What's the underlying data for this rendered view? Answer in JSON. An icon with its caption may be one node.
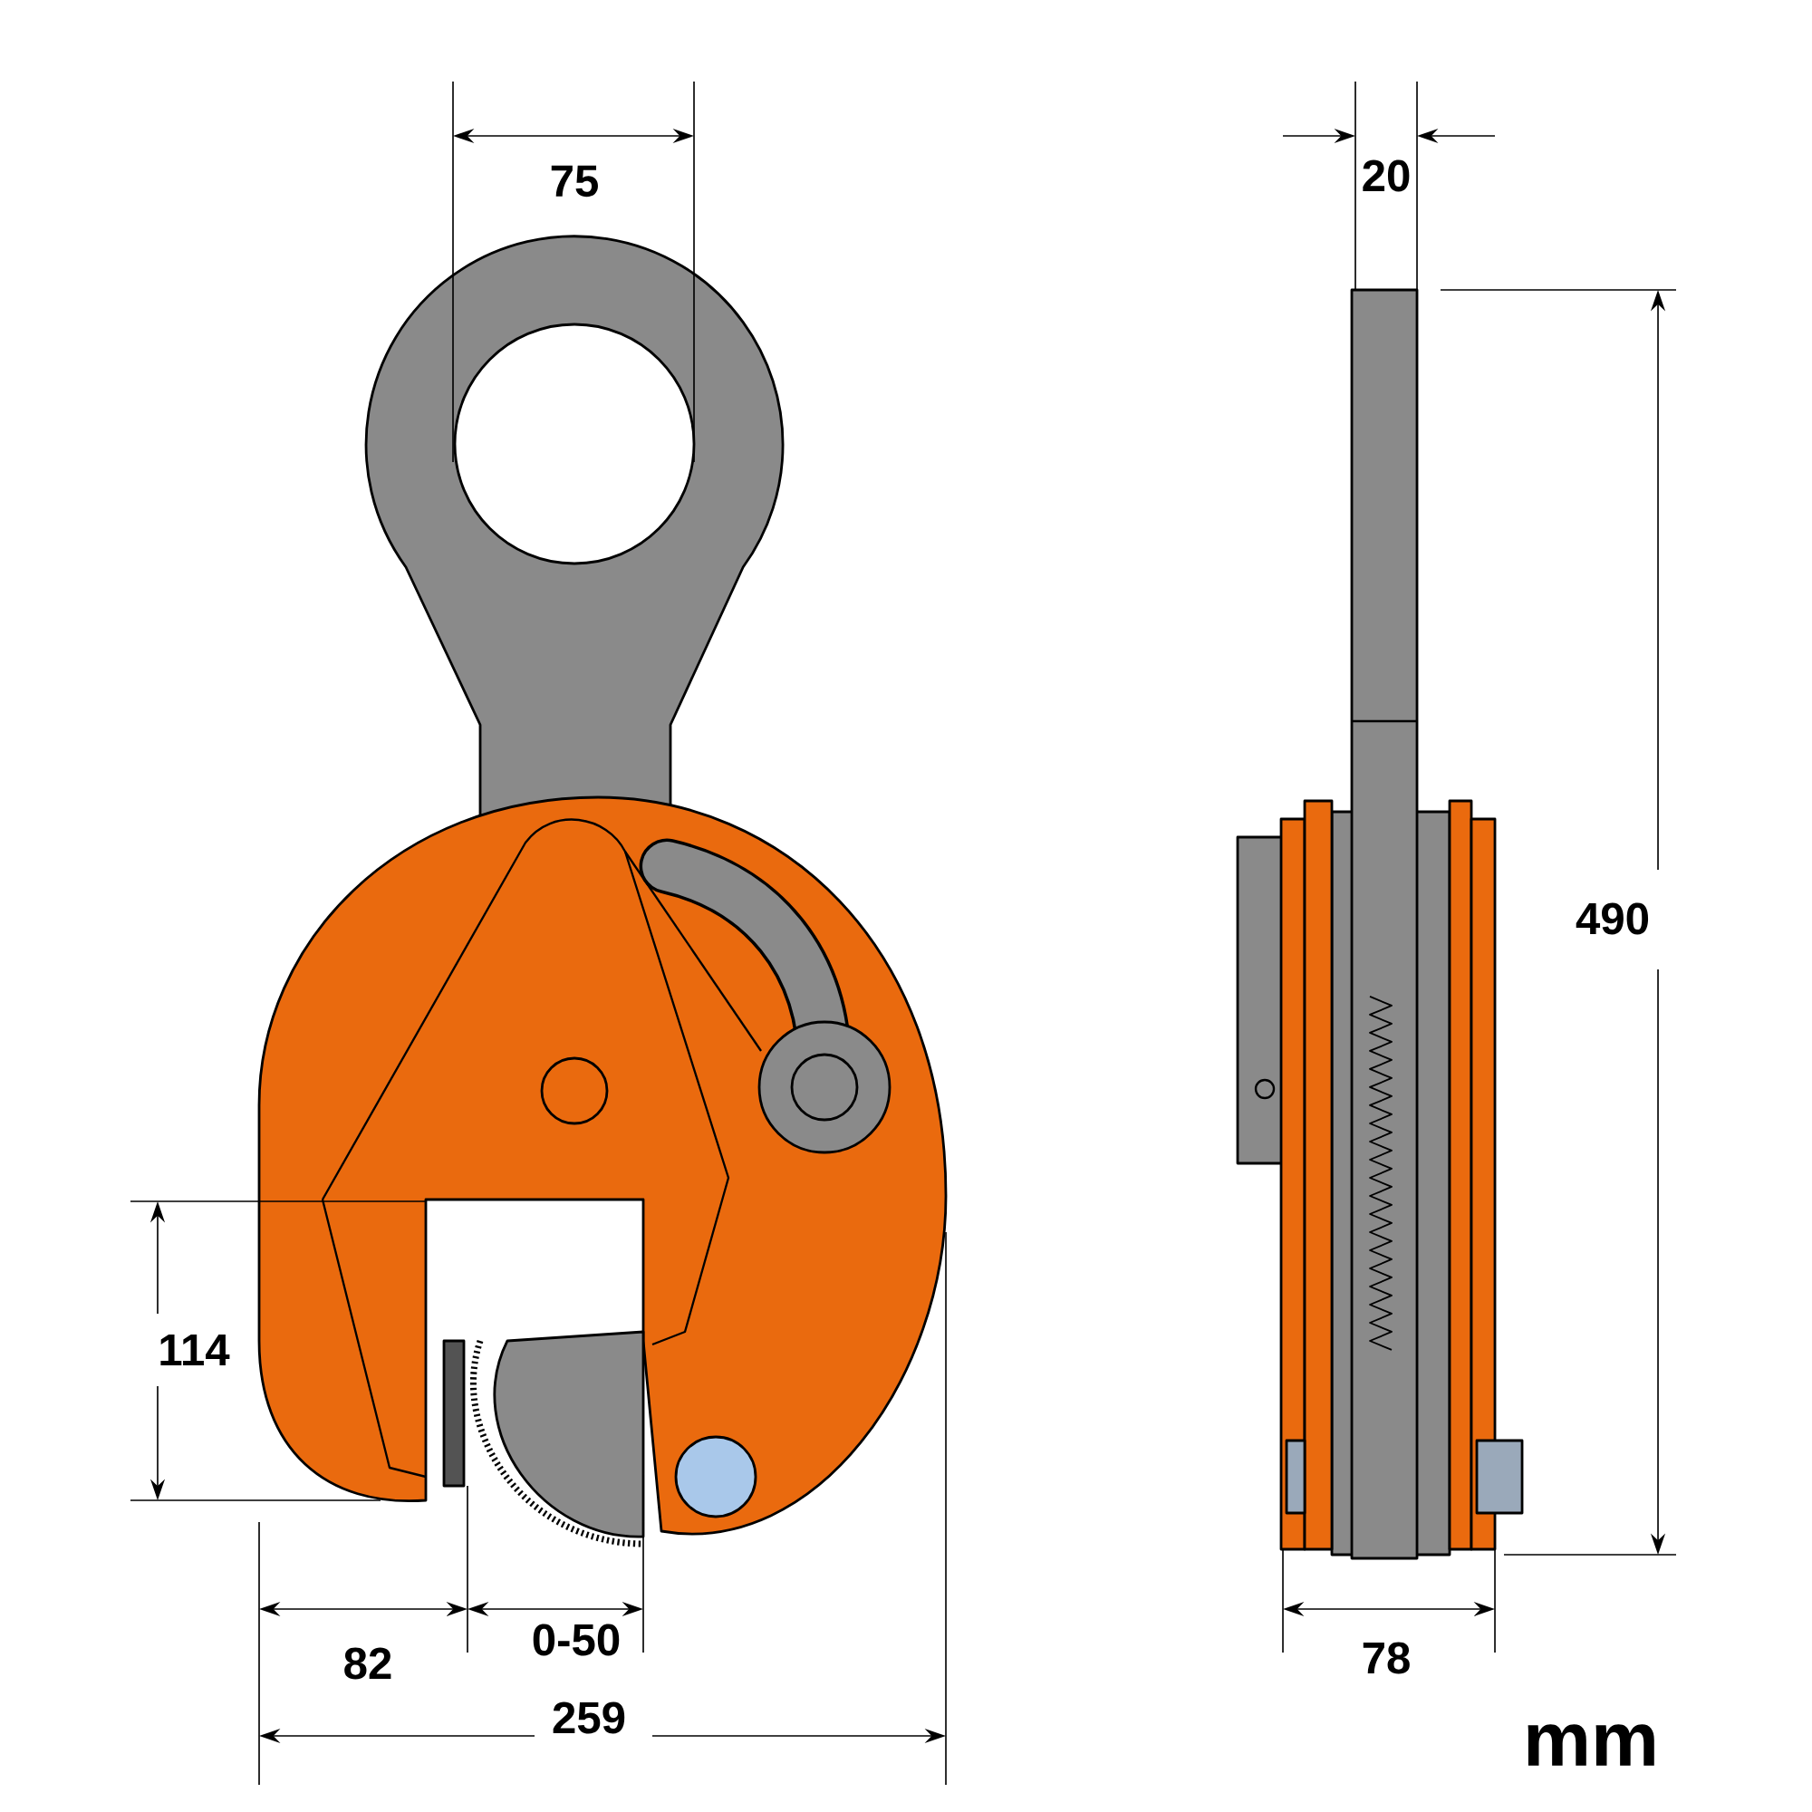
{
  "diagram": {
    "labels": [
      "75",
      "20",
      "490",
      "114",
      "82",
      "0-50",
      "259",
      "78",
      "mm"
    ]
  }
}
